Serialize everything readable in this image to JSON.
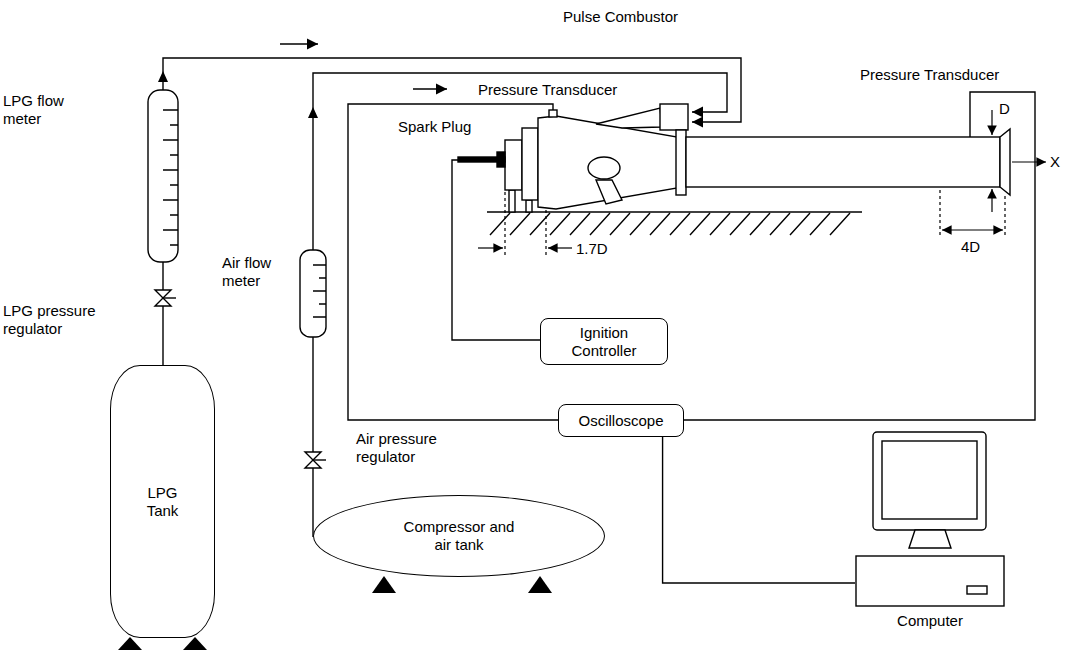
{
  "diagram": {
    "nodes": [
      {
        "text": [
          "LPG Tank"
        ]
      },
      {
        "text": [
          "Ignition Controller"
        ]
      },
      {
        "text": [
          "Oscilloscope"
        ]
      },
      {
        "text": [
          "Compressor and air tank"
        ]
      },
      {
        "text": [
          "Computer"
        ]
      }
    ],
    "edges": [
      {
        "from": 2,
        "to": 4,
        "arrow": "none"
      }
    ],
    "labels": [
      "Pulse Combustor",
      "Pressure Transducer",
      "Pressure Transducer",
      "Spark Plug",
      "LPG flow meter",
      "LPG pressure regulator",
      "Air flow meter",
      "Air pressure regulator",
      "D",
      "4D",
      "1.7D",
      "X"
    ]
  }
}
